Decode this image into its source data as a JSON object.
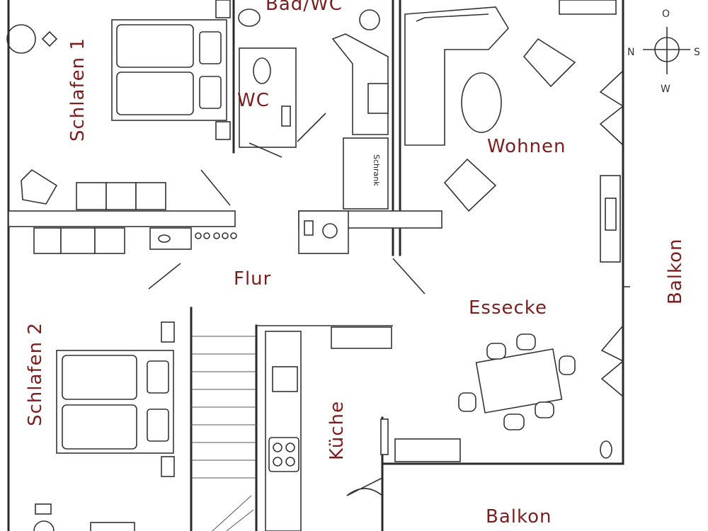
{
  "rooms": {
    "schlafen1": "Schlafen 1",
    "bad_wc": "Bad/WC",
    "wc": "WC",
    "wohnen": "Wohnen",
    "schrank": "Schrank",
    "flur": "Flur",
    "essecke": "Essecke",
    "balkon_right": "Balkon",
    "schlafen2": "Schlafen 2",
    "kueche": "Küche",
    "balkon_bottom": "Balkon"
  },
  "compass": {
    "north": "N",
    "south": "S",
    "west": "W",
    "east": "O"
  },
  "colors": {
    "label": "#7a1e1e",
    "line": "#2a2a2a"
  }
}
